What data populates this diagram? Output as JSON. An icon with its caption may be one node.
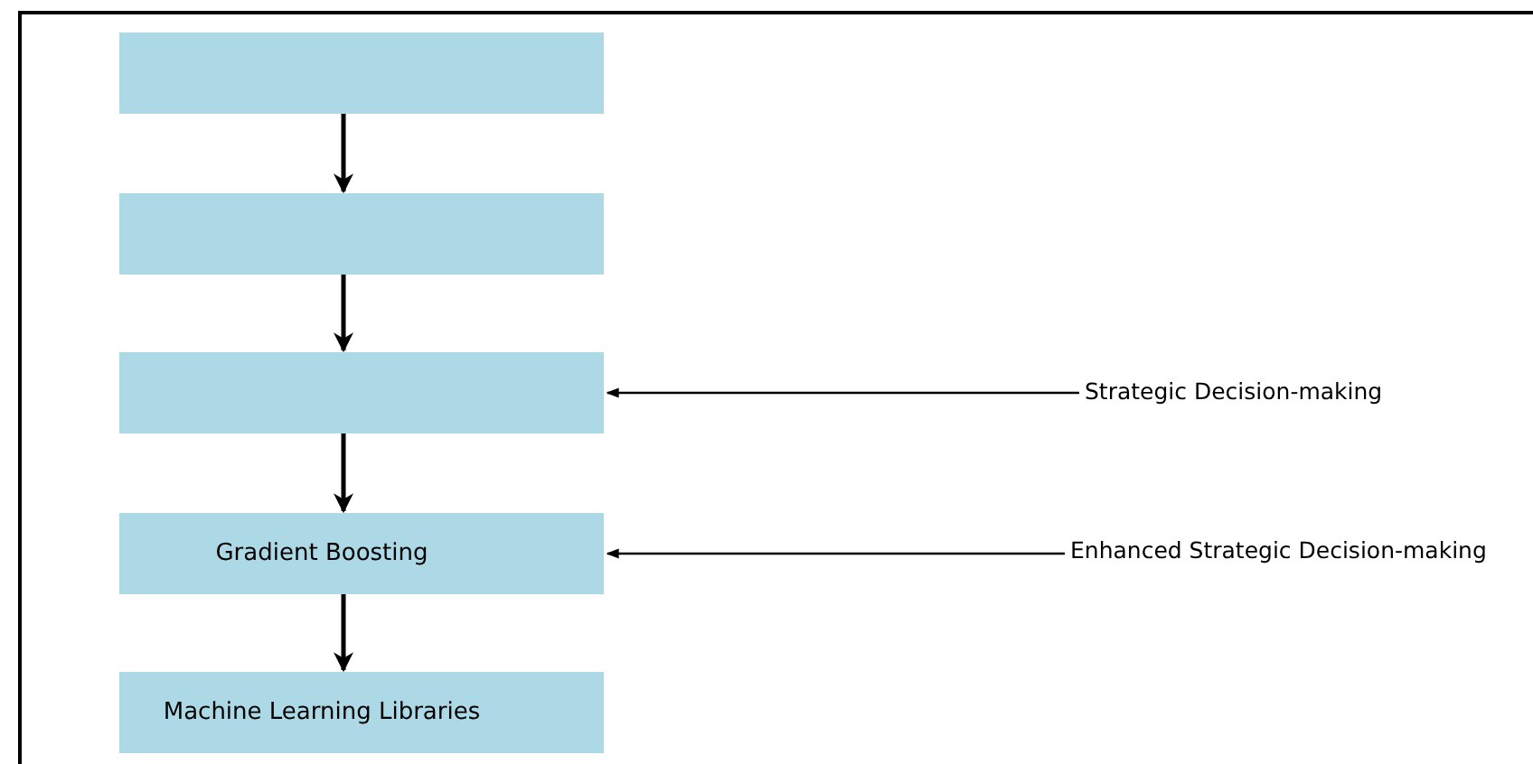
{
  "diagram": {
    "nodes": [
      {
        "text": [],
        "shape": "box"
      },
      {
        "text": [],
        "shape": "box"
      },
      {
        "text": [],
        "shape": "box"
      },
      {
        "text": [
          "Gradient Boosting"
        ]
      },
      {
        "text": [
          "Machine Learning Libraries"
        ]
      },
      {
        "text": [
          "Strategic Decision-making"
        ]
      },
      {
        "text": [
          "Enhanced Strategic Decision-making"
        ]
      }
    ],
    "edges": [
      {
        "from": 0,
        "to": 1,
        "arrow": "to"
      },
      {
        "from": 1,
        "to": 2,
        "arrow": "to"
      },
      {
        "from": 2,
        "to": 3,
        "arrow": "to"
      },
      {
        "from": 3,
        "to": 4,
        "arrow": "to"
      },
      {
        "from": 5,
        "to": 2,
        "arrow": "to"
      },
      {
        "from": 6,
        "to": 3,
        "arrow": "to"
      }
    ]
  }
}
